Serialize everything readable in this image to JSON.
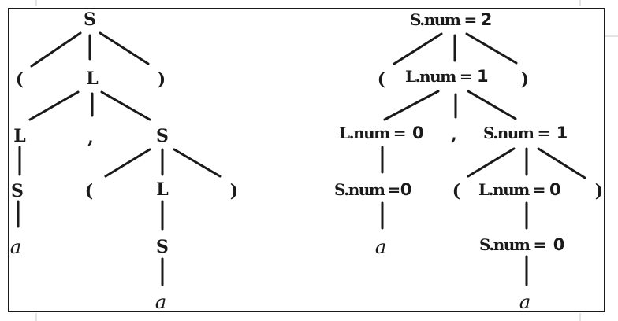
{
  "left_tree": {
    "root": "S",
    "open_paren": "(",
    "L_top": "L",
    "close_paren": ")",
    "L_left": "L",
    "comma": ",",
    "S_right": "S",
    "S_leaf": "S",
    "inner_open": "(",
    "L_inner": "L",
    "inner_close": ")",
    "a_left": "a",
    "S_inner": "S",
    "a_bottom": "a"
  },
  "right_tree": {
    "root_attr": "S.num",
    "root_eq": "=",
    "root_val": "2",
    "open_paren": "(",
    "L_top_attr": "L.num",
    "L_top_eq": "=",
    "L_top_val": "1",
    "close_paren": ")",
    "L_left_attr": "L.num",
    "L_left_eq": "=",
    "L_left_val": "0",
    "comma": ",",
    "S_right_attr": "S.num",
    "S_right_eq": "=",
    "S_right_val": "1",
    "S_leaf_attr": "S.num",
    "S_leaf_eq": "=",
    "S_leaf_val": "0",
    "inner_open": "(",
    "L_inner_attr": "L.num",
    "L_inner_eq": "=",
    "L_inner_val": "0",
    "inner_close": ")",
    "a_left": "a",
    "S_inner_attr": "S.num",
    "S_inner_eq": "=",
    "S_inner_val": "0",
    "a_bottom": "a"
  }
}
